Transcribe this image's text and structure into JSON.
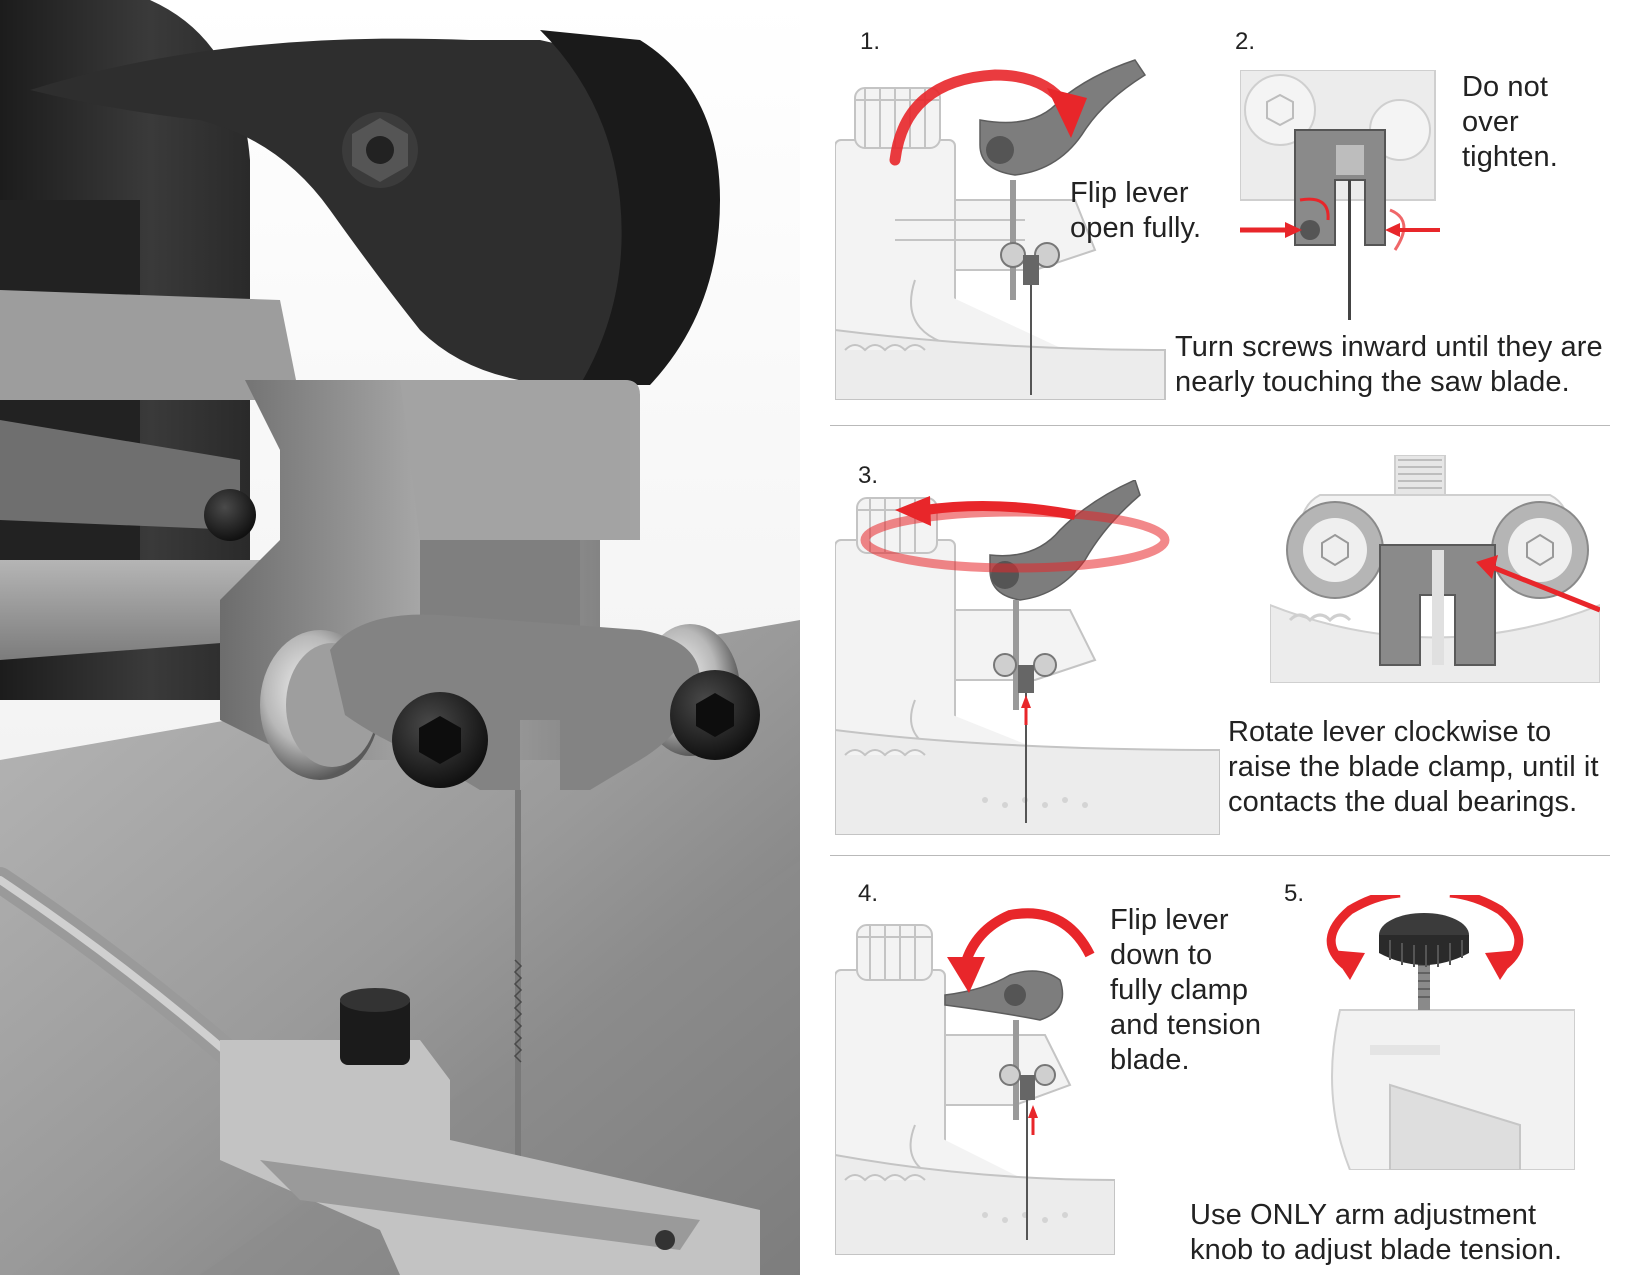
{
  "colors": {
    "accent_red": "#e8262a",
    "dark_metal": "#2b2b2b",
    "aluminum": "#8f8f8f",
    "line_art_gray": "#cfcfcf",
    "divider": "#b9b9b9"
  },
  "steps": [
    {
      "number": "1.",
      "caption_lines": [
        "Flip lever",
        "open fully."
      ]
    },
    {
      "number": "2.",
      "caption_lines": [
        "Do not",
        "over",
        "tighten."
      ],
      "sub_caption_lines": [
        "Turn screws inward until they are",
        "nearly touching the saw blade."
      ]
    },
    {
      "number": "3.",
      "caption_lines": [
        "Rotate lever clockwise to",
        "raise the blade clamp, until it",
        "contacts the dual bearings."
      ]
    },
    {
      "number": "4.",
      "caption_lines": [
        "Flip lever",
        "down to",
        "fully clamp",
        "and tension",
        "blade."
      ]
    },
    {
      "number": "5.",
      "caption_lines": [
        "Use ONLY arm adjustment",
        "knob to adjust blade tension."
      ]
    }
  ],
  "icons": {
    "rotation_arrow": "curved-arrow-icon",
    "push_arrow": "straight-arrow-icon",
    "up_arrow": "up-arrow-icon"
  }
}
